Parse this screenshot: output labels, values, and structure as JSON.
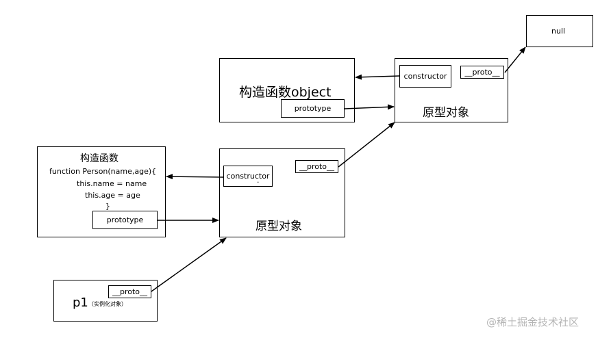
{
  "null_box": {
    "label": "null"
  },
  "object_ctor": {
    "title": "构造函数object",
    "prototype_label": "prototype"
  },
  "object_proto": {
    "constructor_label": "constructor",
    "proto_label": "__proto__",
    "title": "原型对象"
  },
  "person_ctor": {
    "title": "构造函数",
    "code_lines": [
      "function Person(name,age){",
      "this.name = name",
      "this.age = age",
      "}"
    ],
    "prototype_label": "prototype"
  },
  "person_proto": {
    "constructor_label": "constructor",
    "dot": ".",
    "proto_label": "__proto__",
    "title": "原型对象"
  },
  "instance": {
    "name": "p1",
    "note": "（实例化对象）",
    "proto_label": "__proto__"
  },
  "watermark": "@稀土掘金技术社区"
}
